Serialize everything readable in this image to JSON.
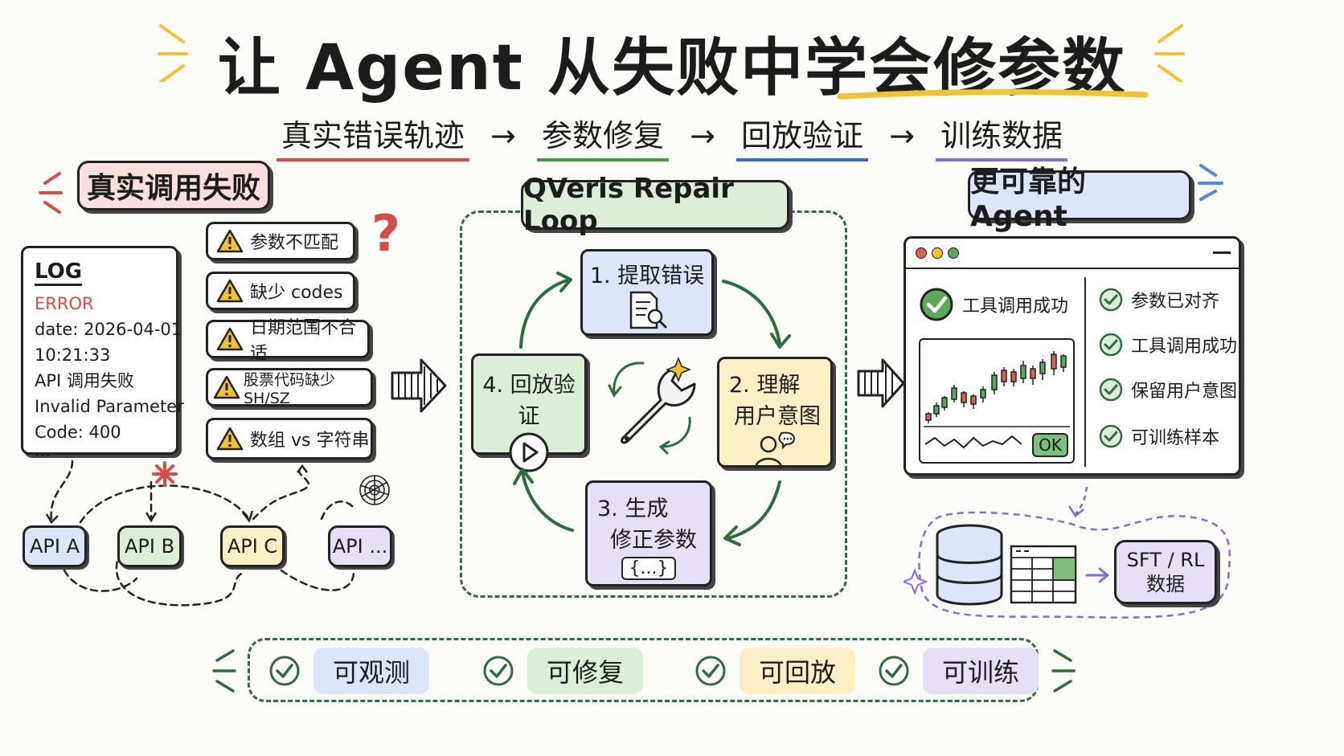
{
  "title": "让 Agent 从失败中学会修参数",
  "subtitle": {
    "steps": [
      "真实错误轨迹",
      "参数修复",
      "回放验证",
      "训练数据"
    ],
    "arrow": "→",
    "underline_colors": [
      "#d94a4a",
      "#4a9a4a",
      "#3a6ad0",
      "#8a6ad0"
    ]
  },
  "left_panel": {
    "heading": "真实调用失败",
    "log": {
      "header": "LOG",
      "error": "ERROR",
      "lines": [
        "date: 2026-04-01",
        "10:21:33",
        "API 调用失败",
        "Invalid Parameter",
        "Code: 400",
        "..."
      ]
    },
    "errors": [
      "参数不匹配",
      "缺少 codes",
      "日期范围不合适",
      "股票代码缺少 SH/SZ",
      "数组 vs 字符串"
    ],
    "question_mark": "?",
    "apis": [
      "API A",
      "API B",
      "API C",
      "API ..."
    ]
  },
  "loop": {
    "heading": "QVeris Repair Loop",
    "steps": [
      {
        "label": "1. 提取错误"
      },
      {
        "label": "2. 理解",
        "label2": "用户意图"
      },
      {
        "label": "3. 生成",
        "label2": "修正参数",
        "code": "{...}"
      },
      {
        "label": "4. 回放验证"
      }
    ]
  },
  "right_panel": {
    "heading": "更可靠的 Agent",
    "window": {
      "success": "工具调用成功",
      "ok": "OK",
      "checks": [
        "参数已对齐",
        "工具调用成功",
        "保留用户意图",
        "可训练样本"
      ]
    },
    "dataset": "SFT / RL",
    "dataset2": "数据"
  },
  "properties": [
    "可观测",
    "可修复",
    "可回放",
    "可训练"
  ],
  "colors": {
    "green": "#2e6b3e",
    "red": "#d94a4a",
    "pink_bg": "#fbdede",
    "green_bg": "#ddeed8",
    "yellow_bg": "#fcefc6",
    "blue_bg": "#dde6f8",
    "purple_bg": "#e6e0f6",
    "accent_yellow": "#f2c230",
    "accent_blue": "#4a8ad8",
    "accent_purple": "#8a6ad0"
  }
}
